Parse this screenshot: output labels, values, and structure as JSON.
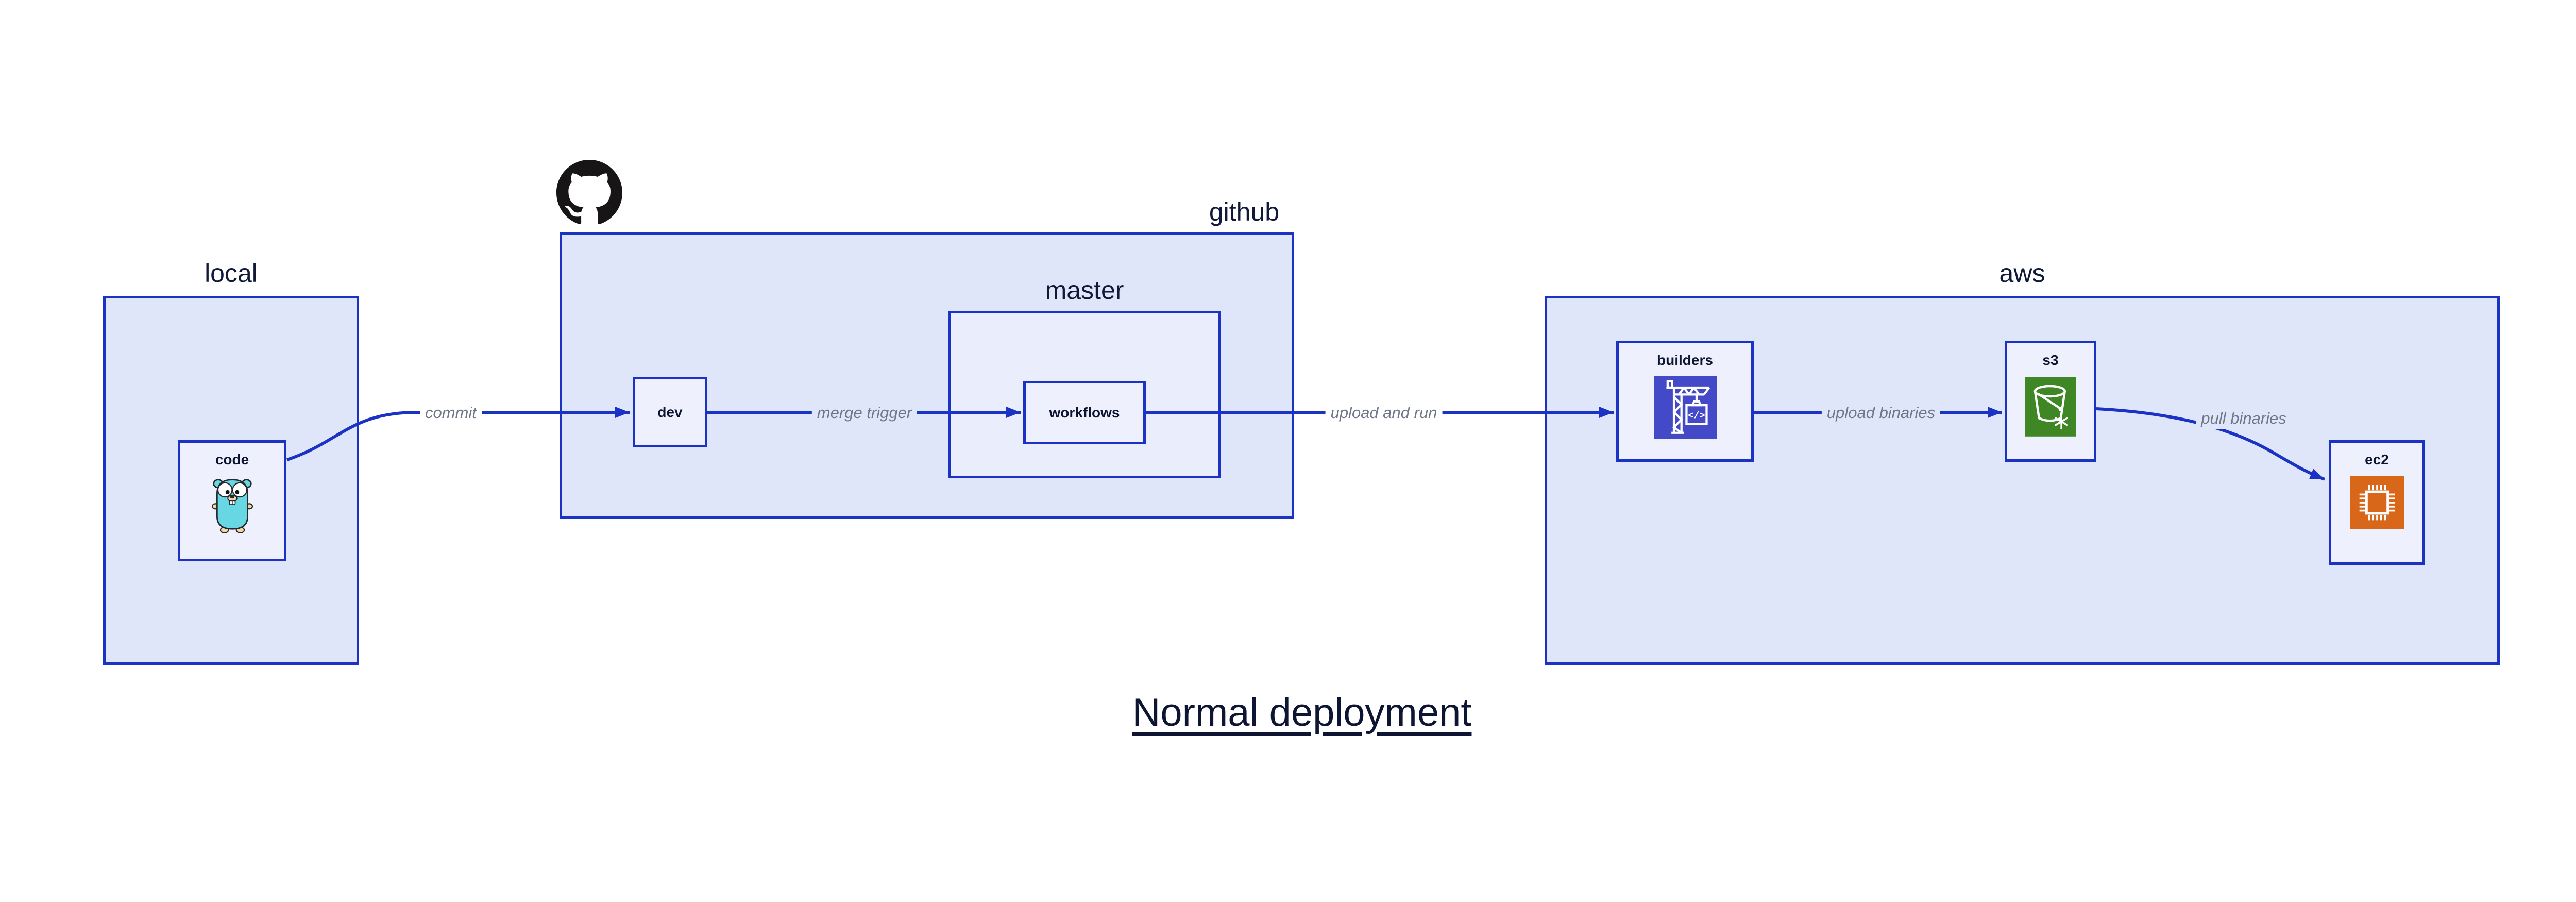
{
  "diagram_title": {
    "text": "Normal deployment"
  },
  "containers": {
    "local": {
      "label": "local"
    },
    "github": {
      "label": "github"
    },
    "master": {
      "label": "master"
    },
    "aws": {
      "label": "aws"
    }
  },
  "nodes": {
    "code": {
      "label": "code",
      "icon": "go-gopher-icon"
    },
    "dev": {
      "label": "dev"
    },
    "workflows": {
      "label": "workflows"
    },
    "builders": {
      "label": "builders",
      "icon": "codebuild-crane-icon"
    },
    "s3": {
      "label": "s3",
      "icon": "s3-glacier-bucket-icon"
    },
    "ec2": {
      "label": "ec2",
      "icon": "ec2-chip-icon"
    }
  },
  "edges": {
    "commit": {
      "label": "commit",
      "from": "code",
      "to": "dev"
    },
    "merge_trigger": {
      "label": "merge trigger",
      "from": "dev",
      "to": "workflows"
    },
    "upload_and_run": {
      "label": "upload and run",
      "from": "workflows",
      "to": "builders"
    },
    "upload_binaries": {
      "label": "upload binaries",
      "from": "builders",
      "to": "s3"
    },
    "pull_binaries": {
      "label": "pull binaries",
      "from": "s3",
      "to": "ec2"
    }
  },
  "icons": {
    "codebuild_glyph": "</>"
  },
  "colors": {
    "border_blue": "#1B33C4",
    "container_fill": "#dfe6fa",
    "master_fill": "#e9edfc",
    "node_fill": "#eef1fd",
    "edge_label_gray": "#6f7687",
    "text_navy": "#101a38",
    "codebuild_indigo": "#4449c8",
    "s3_green": "#3f8624",
    "ec2_orange": "#d9671a",
    "gopher_teal": "#66d7e3",
    "octocat_black": "#171515"
  }
}
